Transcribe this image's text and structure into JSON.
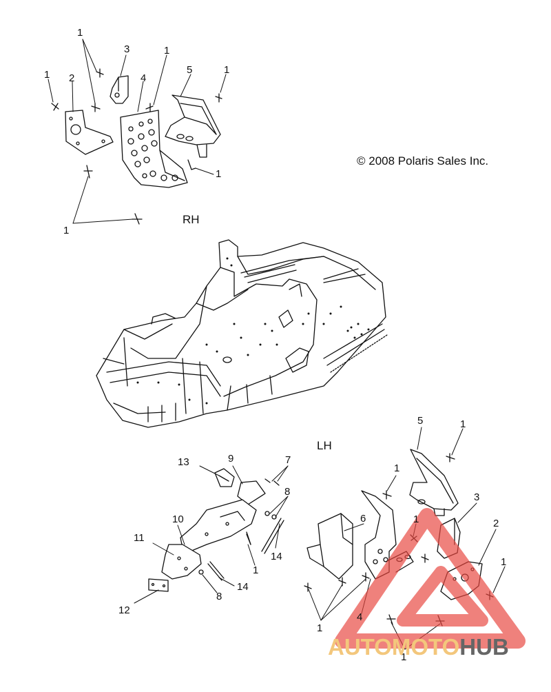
{
  "copyright": "© 2008 Polaris Sales Inc.",
  "view_labels": {
    "rh": "RH",
    "lh": "LH"
  },
  "callouts": {
    "rh": [
      "1",
      "1",
      "3",
      "1",
      "1",
      "2",
      "4",
      "5",
      "1",
      "1",
      "1"
    ],
    "lh": [
      "5",
      "1",
      "1",
      "13",
      "9",
      "7",
      "8",
      "6",
      "3",
      "1",
      "2",
      "10",
      "11",
      "1",
      "14",
      "1",
      "8",
      "14",
      "12",
      "1",
      "4",
      "1",
      "1"
    ]
  },
  "watermark": {
    "part1": "AUTOMOTO",
    "part2": "HUB",
    "accent": "#e8463f",
    "gold": "#f3c77c",
    "gray": "#666666"
  },
  "colors": {
    "line": "#111111",
    "background": "#ffffff"
  }
}
